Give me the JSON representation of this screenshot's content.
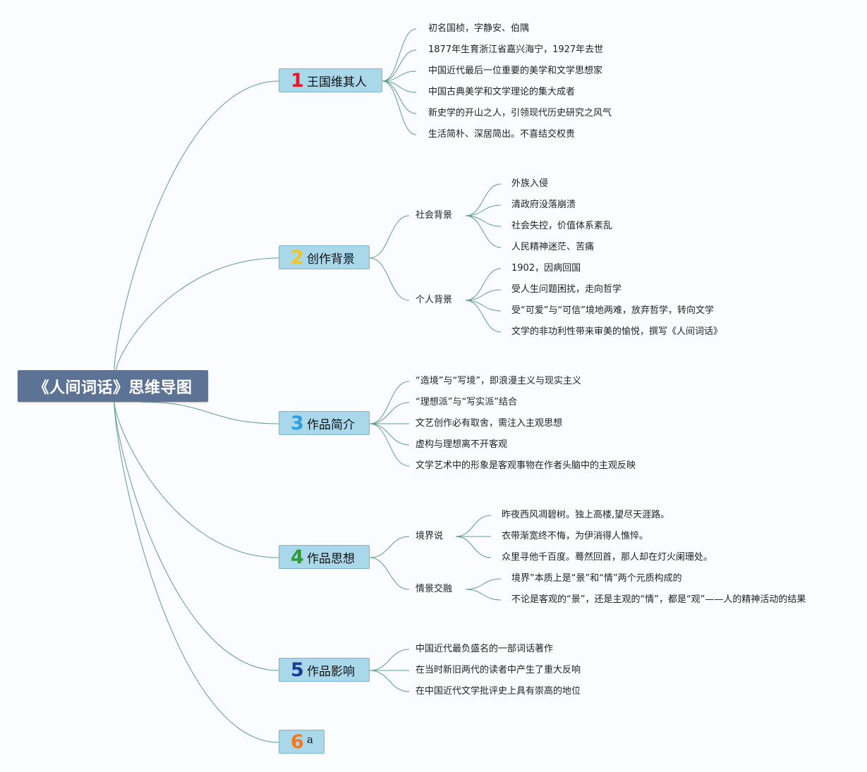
{
  "central": {
    "title": "《人间词话》思维导图"
  },
  "colors": {
    "edge": "#5f9c8c",
    "central_bg": "#5d7396",
    "branch_bg": "#a8d8ea"
  },
  "branches": [
    {
      "num": "1",
      "num_color": "#e5192a",
      "label": "王国维其人",
      "items": [
        "初名国桢，字静安、伯隅",
        "1877年生育浙江省嘉兴海宁，1927年去世",
        "中国近代最后一位重要的美学和文学思想家",
        "中国古典美学和文学理论的集大成者",
        "新史学的开山之人，引领现代历史研究之风气",
        "生活简朴、深居简出。不喜结交权贵"
      ]
    },
    {
      "num": "2",
      "num_color": "#f5c518",
      "label": "创作背景",
      "groups": [
        {
          "label": "社会背景",
          "items": [
            "外族入侵",
            "清政府没落崩溃",
            "社会失控，价值体系紊乱",
            "人民精神迷茫、苦痛"
          ]
        },
        {
          "label": "个人背景",
          "items": [
            "1902，因病回国",
            "受人生问题困扰，走向哲学",
            "受“可爱”与“可信”境地两难，放弃哲学，转向文学",
            "文学的非功利性带来审美的愉悦，撰写《人间词话》"
          ]
        }
      ]
    },
    {
      "num": "3",
      "num_color": "#2e9ee0",
      "label": "作品简介",
      "items": [
        "“造境”与“写境”，即浪漫主义与现实主义",
        "“理想派”与“写实派”结合",
        "文艺创作必有取舍，需注入主观思想",
        "虚构与理想离不开客观",
        "文学艺术中的形象是客观事物在作者头脑中的主观反映"
      ]
    },
    {
      "num": "4",
      "num_color": "#2e9a3c",
      "label": "作品思想",
      "groups": [
        {
          "label": "境界说",
          "items": [
            "昨夜西风凋碧树。独上高楼,望尽天涯路。",
            "衣带渐宽终不悔，为伊消得人憔悴。",
            "众里寻他千百度。蓦然回首，那人却在灯火阑珊处。"
          ]
        },
        {
          "label": "情景交融",
          "items": [
            "境界”本质上是“景”和“情”两个元质构成的",
            "不论是客观的“景”，还是主观的“情”，都是“观”——人的精神活动的结果"
          ]
        }
      ]
    },
    {
      "num": "5",
      "num_color": "#1c3a8e",
      "label": "作品影响",
      "items": [
        "中国近代最负盛名的一部词话著作",
        "在当时新旧两代的读者中产生了重大反响",
        "在中国近代文学批评史上具有崇高的地位"
      ]
    },
    {
      "num": "6",
      "num_color": "#f07820",
      "label": "a",
      "items": []
    }
  ]
}
